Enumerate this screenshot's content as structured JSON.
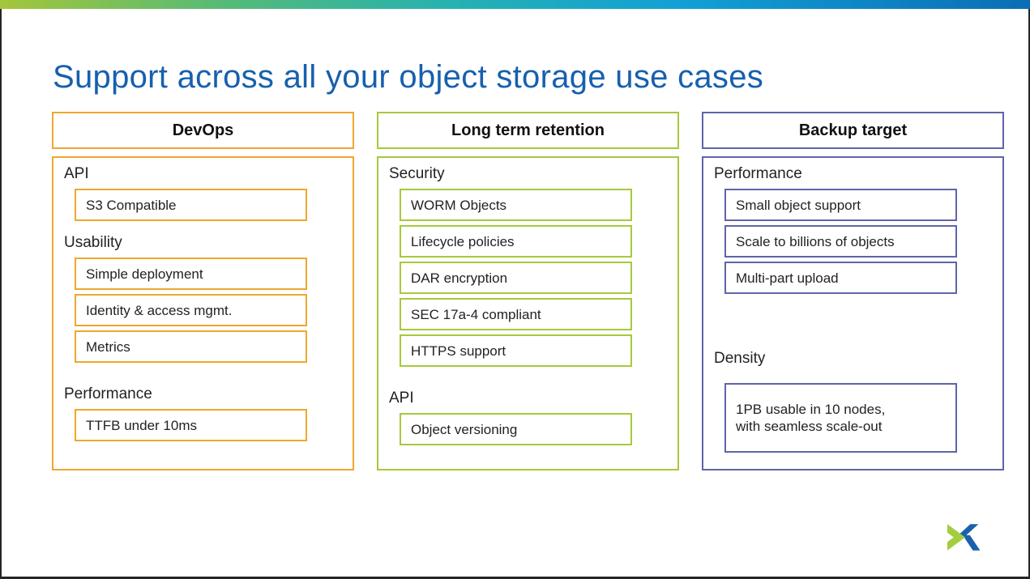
{
  "slide": {
    "title": "Support across all your object storage use cases",
    "title_color": "#1660AE",
    "frame_color": "#262626",
    "background": "#FFFFFF"
  },
  "top_bar": {
    "gradient_stops": [
      "#A4C63A",
      "#55BA78",
      "#27B2B0",
      "#12A0D6",
      "#0A6EB5"
    ]
  },
  "columns": [
    {
      "id": "devops",
      "header": "DevOps",
      "accent": "#EFA72F",
      "sections": [
        {
          "label": "API",
          "items": [
            "S3 Compatible"
          ]
        },
        {
          "label": "Usability",
          "items": [
            "Simple deployment",
            "Identity & access mgmt.",
            "Metrics"
          ]
        },
        {
          "label": "Performance",
          "items": [
            "TTFB under 10ms"
          ]
        }
      ]
    },
    {
      "id": "long-term-retention",
      "header": "Long term retention",
      "accent": "#A6C93C",
      "sections": [
        {
          "label": "Security",
          "items": [
            "WORM Objects",
            "Lifecycle policies",
            "DAR encryption",
            "SEC 17a-4 compliant",
            "HTTPS support"
          ]
        },
        {
          "label": "API",
          "items": [
            "Object versioning"
          ]
        }
      ]
    },
    {
      "id": "backup-target",
      "header": "Backup target",
      "accent": "#5F65A9",
      "sections": [
        {
          "label": "Performance",
          "items": [
            "Small object support",
            "Scale to billions of objects",
            "Multi-part upload"
          ]
        },
        {
          "label": "Density",
          "items": [
            "1PB usable in 10 nodes, with seamless scale-out"
          ]
        }
      ]
    }
  ],
  "logo": {
    "name": "nutanix-x-mark",
    "green": "#A3CE3E",
    "blue": "#1A61AD"
  }
}
